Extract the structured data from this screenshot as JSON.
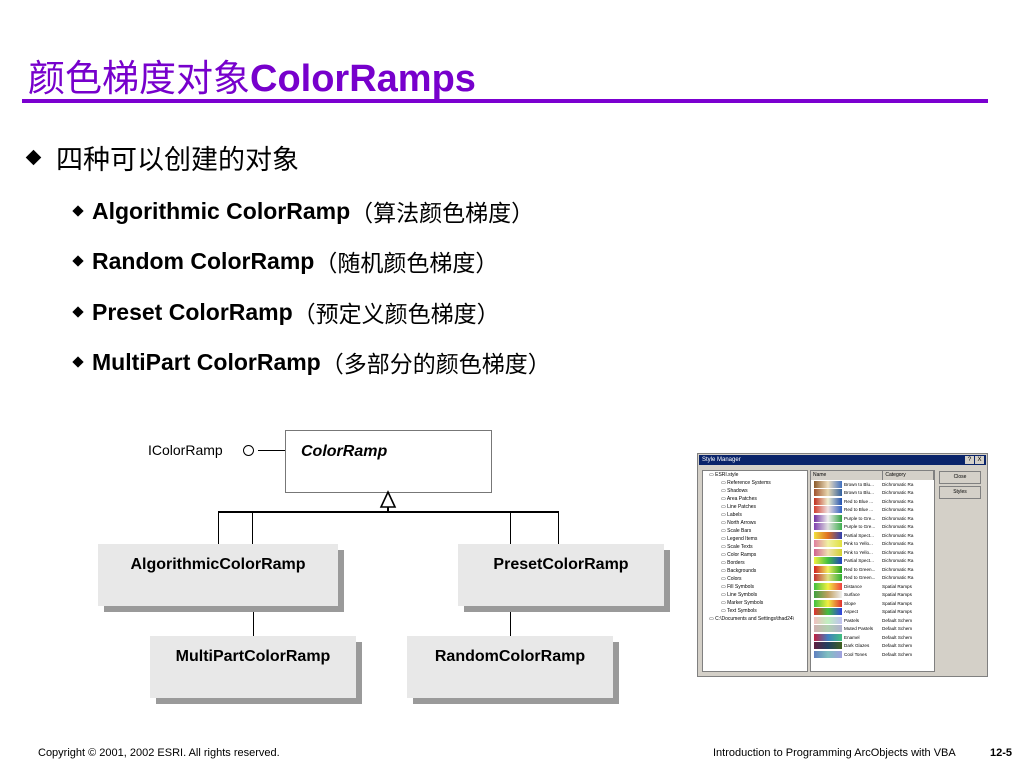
{
  "title": {
    "cjk": "颜色梯度对象",
    "latin": "ColorRamps"
  },
  "bullet": "四种可以创建的对象",
  "items": [
    {
      "en": "Algorithmic ColorRamp",
      "cn": "（算法颜色梯度）"
    },
    {
      "en": "Random ColorRamp",
      "cn": "（随机颜色梯度）"
    },
    {
      "en": "Preset ColorRamp",
      "cn": "（预定义颜色梯度）"
    },
    {
      "en": "MultiPart ColorRamp",
      "cn": "（多部分的颜色梯度）"
    }
  ],
  "diagram": {
    "interface": "IColorRamp",
    "abstract_class": "ColorRamp",
    "classes": [
      "AlgorithmicColorRamp",
      "PresetColorRamp",
      "MultiPartColorRamp",
      "RandomColorRamp"
    ]
  },
  "style_manager": {
    "title": "Style Manager",
    "title_buttons": [
      "?",
      "X"
    ],
    "tree": [
      "ESRI.style",
      "Reference Systems",
      "Shadows",
      "Area Patches",
      "Line Patches",
      "Labels",
      "North Arrows",
      "Scale Bars",
      "Legend Items",
      "Scale Texts",
      "Color Ramps",
      "Borders",
      "Backgrounds",
      "Colors",
      "Fill Symbols",
      "Line Symbols",
      "Marker Symbols",
      "Text Symbols",
      "C:\\Documents and Settings\\thad24\\"
    ],
    "columns": [
      "Name",
      "Category"
    ],
    "rows": [
      {
        "name": "Brown to Blu...",
        "cat": "Dichromatic Ra",
        "colors": [
          "#8b5a2b",
          "#f0e0c0",
          "#4070c0"
        ]
      },
      {
        "name": "Brown to Blu...",
        "cat": "Dichromatic Ra",
        "colors": [
          "#a0522d",
          "#e8d8b0",
          "#3060a0"
        ]
      },
      {
        "name": "Red to Blue ...",
        "cat": "Dichromatic Ra",
        "colors": [
          "#c03020",
          "#f0f0d0",
          "#2050b0"
        ]
      },
      {
        "name": "Red to Blue ...",
        "cat": "Dichromatic Ra",
        "colors": [
          "#d04030",
          "#f0e0e0",
          "#3060c0"
        ]
      },
      {
        "name": "Purple to Gre...",
        "cat": "Dichromatic Ra",
        "colors": [
          "#7030a0",
          "#f0f0f0",
          "#30a040"
        ]
      },
      {
        "name": "Purple to Gre...",
        "cat": "Dichromatic Ra",
        "colors": [
          "#8040b0",
          "#e0e0e0",
          "#40b050"
        ]
      },
      {
        "name": "Partial Spect...",
        "cat": "Dichromatic Ra",
        "colors": [
          "#f0e040",
          "#e07020",
          "#3040b0"
        ]
      },
      {
        "name": "Pink to Yello...",
        "cat": "Dichromatic Ra",
        "colors": [
          "#e080a0",
          "#f0f0a0",
          "#e0e040"
        ]
      },
      {
        "name": "Pink to Yello...",
        "cat": "Dichromatic Ra",
        "colors": [
          "#d06090",
          "#f0e0b0",
          "#d0d030"
        ]
      },
      {
        "name": "Partial Spect...",
        "cat": "Dichromatic Ra",
        "colors": [
          "#f0f040",
          "#40c040",
          "#2040c0"
        ]
      },
      {
        "name": "Red to Green...",
        "cat": "Dichromatic Ra",
        "colors": [
          "#d02020",
          "#f0f060",
          "#20a020"
        ]
      },
      {
        "name": "Red to Green...",
        "cat": "Dichromatic Ra",
        "colors": [
          "#c03030",
          "#e0e080",
          "#30b030"
        ]
      },
      {
        "name": "Distance",
        "cat": "Spatial Ramps",
        "colors": [
          "#40c040",
          "#f0f040",
          "#f04040"
        ]
      },
      {
        "name": "Surface",
        "cat": "Spatial Ramps",
        "colors": [
          "#40a040",
          "#c0a060",
          "#f0f0f0"
        ]
      },
      {
        "name": "Slope",
        "cat": "Spatial Ramps",
        "colors": [
          "#40c040",
          "#f0f040",
          "#e03030"
        ]
      },
      {
        "name": "Aspect",
        "cat": "Spatial Ramps",
        "colors": [
          "#e03030",
          "#40c040",
          "#3040e0"
        ]
      },
      {
        "name": "Pastels",
        "cat": "Default Schem",
        "colors": [
          "#f0c0c0",
          "#c0f0c0",
          "#c0c0f0"
        ]
      },
      {
        "name": "Muted Pastels",
        "cat": "Default Schem",
        "colors": [
          "#d0b0b0",
          "#b0d0b0",
          "#b0b0d0"
        ]
      },
      {
        "name": "Enamel",
        "cat": "Default Schem",
        "colors": [
          "#c02040",
          "#4080c0",
          "#40c080"
        ]
      },
      {
        "name": "Dark Glazes",
        "cat": "Default Schem",
        "colors": [
          "#602040",
          "#204060",
          "#406020"
        ]
      },
      {
        "name": "Cool Tones",
        "cat": "Default Schem",
        "colors": [
          "#6080c0",
          "#80c0c0",
          "#a0a0e0"
        ]
      }
    ],
    "buttons": [
      "Close",
      "Styles"
    ]
  },
  "footer": {
    "copyright": "Copyright © 2001, 2002 ESRI.  All rights reserved.",
    "course": "Introduction to Programming ArcObjects with VBA",
    "page": "12-5"
  }
}
